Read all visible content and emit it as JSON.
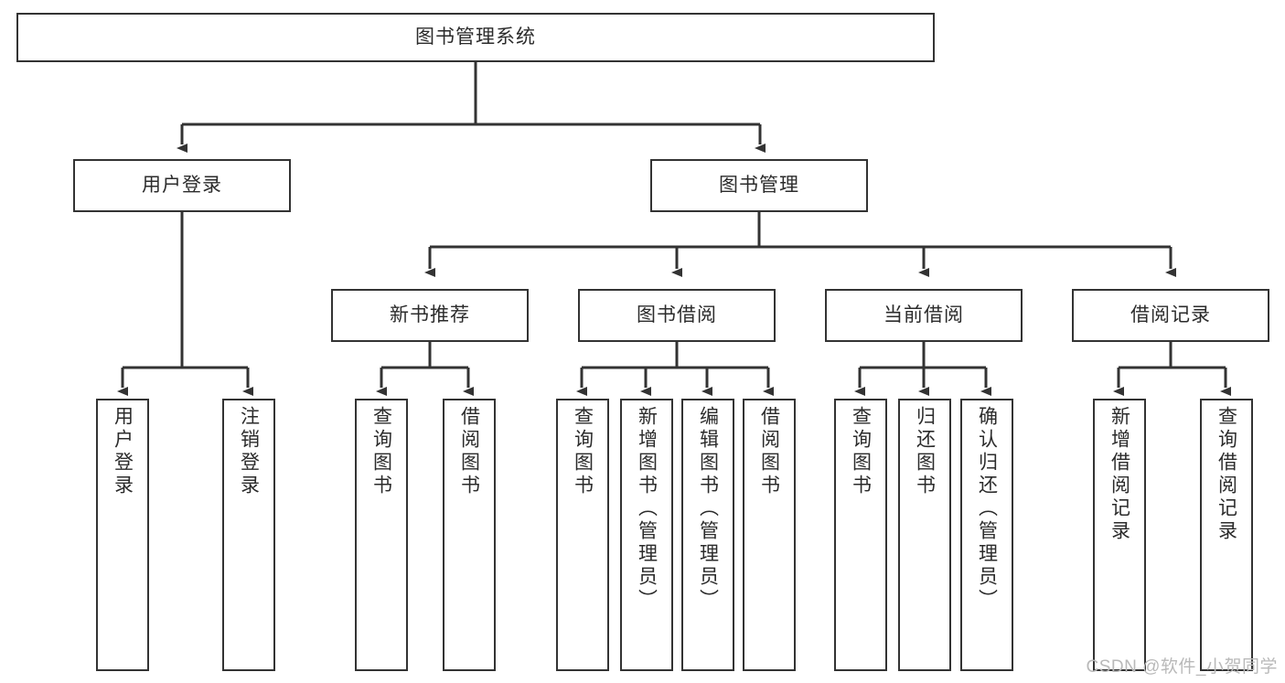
{
  "diagram": {
    "type": "tree",
    "title": "图书管理系统",
    "watermark": "CSDN @软件_小贺同学",
    "colors": {
      "box_border": "#333333",
      "box_fill": "#ffffff",
      "edge": "#333333",
      "text": "#2b2b2b",
      "watermark": "#b9b9b9"
    },
    "root": {
      "label": "图书管理系统"
    },
    "level2": [
      {
        "id": "user-login",
        "label": "用户登录"
      },
      {
        "id": "book-manage",
        "label": "图书管理"
      }
    ],
    "level3": [
      {
        "id": "new-book-recommend",
        "label": "新书推荐"
      },
      {
        "id": "book-borrow",
        "label": "图书借阅"
      },
      {
        "id": "current-borrow",
        "label": "当前借阅"
      },
      {
        "id": "borrow-record",
        "label": "借阅记录"
      }
    ],
    "leaves": {
      "user_login": [
        {
          "id": "leaf-user-login",
          "label": "用户登录"
        },
        {
          "id": "leaf-logout-login",
          "label": "注销登录"
        }
      ],
      "new_book_recommend": [
        {
          "id": "leaf-query-book-1",
          "label": "查询图书"
        },
        {
          "id": "leaf-borrow-book-1",
          "label": "借阅图书"
        }
      ],
      "book_borrow": [
        {
          "id": "leaf-query-book-2",
          "label": "查询图书"
        },
        {
          "id": "leaf-add-book",
          "label": "新增图书（管理员）"
        },
        {
          "id": "leaf-edit-book",
          "label": "编辑图书（管理员）"
        },
        {
          "id": "leaf-borrow-book-2",
          "label": "借阅图书"
        }
      ],
      "current_borrow": [
        {
          "id": "leaf-query-book-3",
          "label": "查询图书"
        },
        {
          "id": "leaf-return-book",
          "label": "归还图书"
        },
        {
          "id": "leaf-confirm-return",
          "label": "确认归还（管理员）"
        }
      ],
      "borrow_record": [
        {
          "id": "leaf-add-borrow-record",
          "label": "新增借阅记录"
        },
        {
          "id": "leaf-query-borrow-record",
          "label": "查询借阅记录"
        }
      ]
    }
  }
}
